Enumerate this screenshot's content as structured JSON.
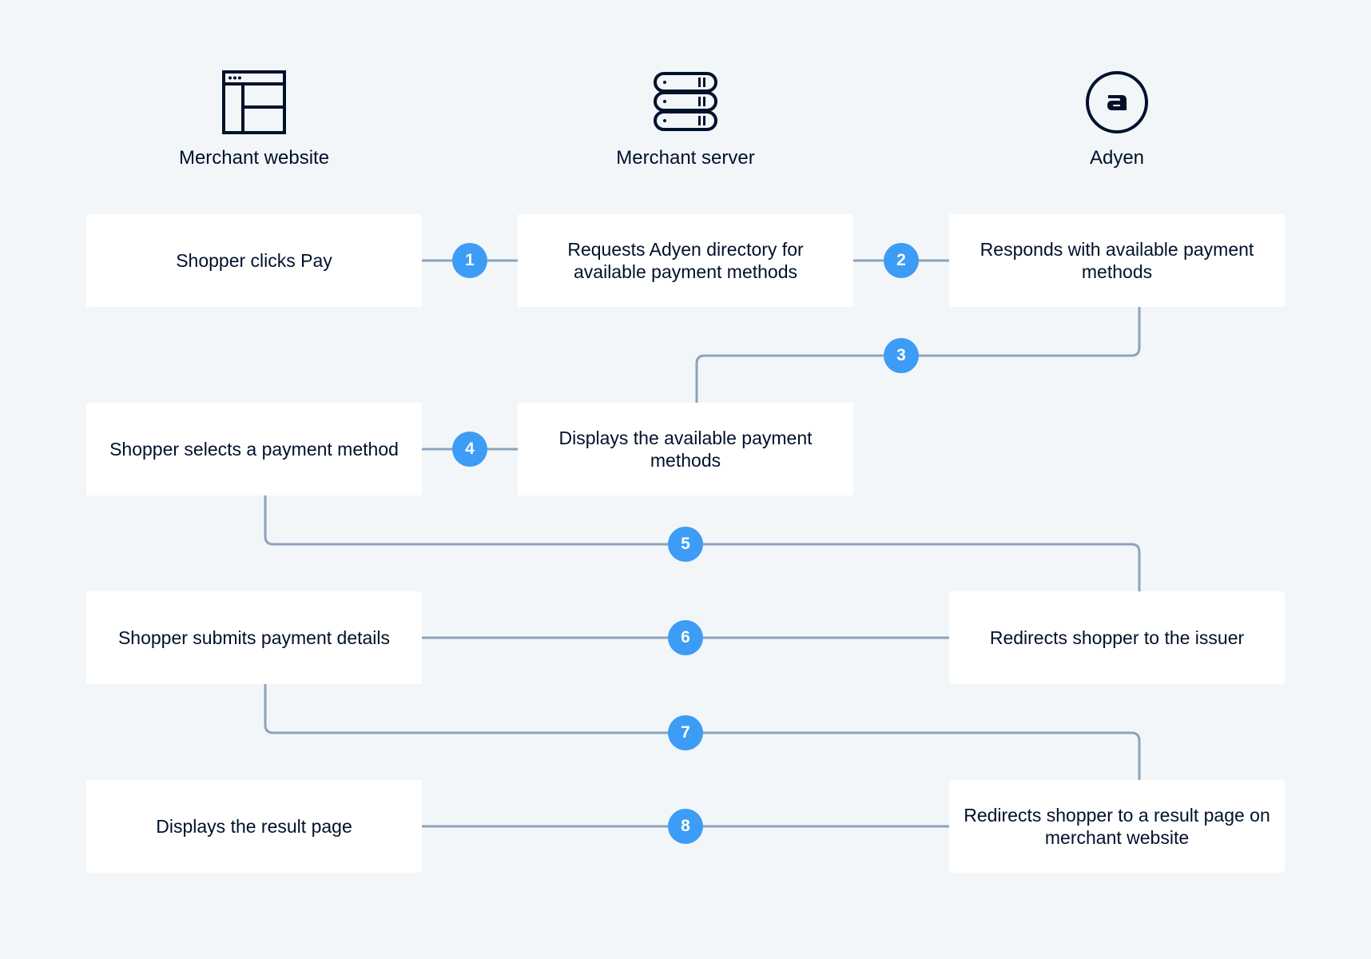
{
  "columns": {
    "website": {
      "title": "Merchant website",
      "icon": "browser-window-icon"
    },
    "server": {
      "title": "Merchant server",
      "icon": "server-stack-icon"
    },
    "adyen": {
      "title": "Adyen",
      "icon": "adyen-logo-icon"
    }
  },
  "steps": {
    "shopper_clicks_pay": "Shopper clicks Pay",
    "requests_directory": "Requests Adyen directory for available payment methods",
    "responds_methods": "Responds with available payment methods",
    "shopper_selects": "Shopper selects a payment method",
    "displays_methods": "Displays the available payment methods",
    "shopper_submits": "Shopper submits payment details",
    "redirects_issuer": "Redirects shopper to the issuer",
    "displays_result": "Displays the result page",
    "redirects_result": "Redirects shopper to a result page on merchant website"
  },
  "badges": [
    "1",
    "2",
    "3",
    "4",
    "5",
    "6",
    "7",
    "8"
  ],
  "colors": {
    "background": "#f3f6f9",
    "box": "#ffffff",
    "text": "#00112c",
    "connector": "#8ea3bd",
    "badge": "#3d9cf5",
    "badge_text": "#ffffff"
  }
}
